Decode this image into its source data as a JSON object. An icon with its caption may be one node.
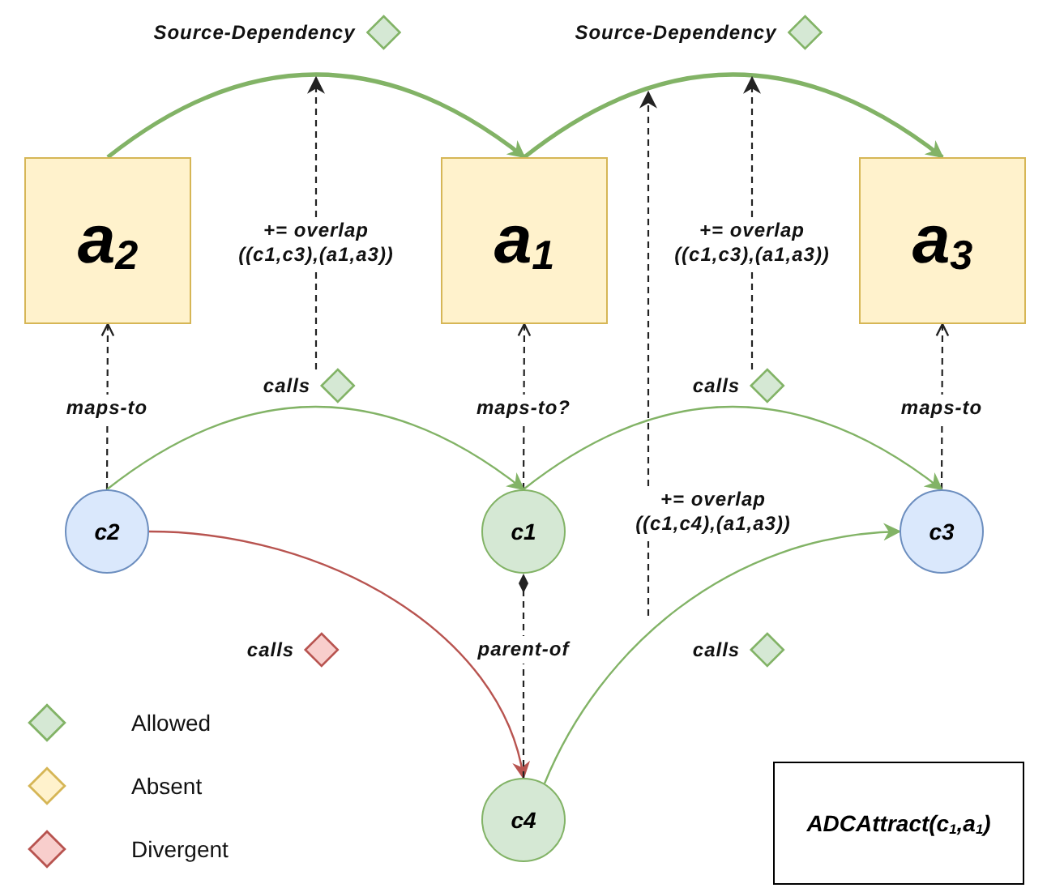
{
  "diagram": {
    "nodes": [
      {
        "text": [
          "a$_{2}$"
        ]
      },
      {
        "text": [
          "a$_{1}$"
        ]
      },
      {
        "text": [
          "a$_{3}$"
        ]
      },
      {
        "text": [
          "c2"
        ]
      },
      {
        "text": [
          "c1"
        ]
      },
      {
        "text": [
          "c3"
        ]
      },
      {
        "text": [
          "c4"
        ]
      },
      {
        "text": [
          "ADCAttract(c$_{1}$,a$_{1}$)"
        ]
      },
      {
        "text": [
          "+= overlap ((c1,c3),(a1,a3))"
        ]
      },
      {
        "text": [
          "+= overlap ((c1,c3),(a1,a3))"
        ]
      },
      {
        "text": [
          "+= overlap ((c1,c4),(a1,a3))"
        ]
      }
    ],
    "edges": [
      {
        "from": 0,
        "to": 1,
        "arrow": "to",
        "label": "Source-Dependency",
        "style": "thick",
        "color": "#82b366"
      },
      {
        "from": 1,
        "to": 2,
        "arrow": "to",
        "label": "Source-Dependency",
        "style": "thick",
        "color": "#82b366"
      },
      {
        "from": 3,
        "to": 0,
        "arrow": "to",
        "label": "maps-to",
        "style": "dashed"
      },
      {
        "from": 4,
        "to": 1,
        "arrow": "to",
        "label": "maps-to?",
        "style": "dashed"
      },
      {
        "from": 5,
        "to": 2,
        "arrow": "to",
        "label": "maps-to",
        "style": "dashed"
      },
      {
        "from": 3,
        "to": 4,
        "arrow": "to",
        "label": "calls",
        "color": "#82b366"
      },
      {
        "from": 4,
        "to": 5,
        "arrow": "to",
        "label": "calls",
        "color": "#82b366"
      },
      {
        "from": 3,
        "to": 6,
        "arrow": "to",
        "label": "calls",
        "color": "#b85450"
      },
      {
        "from": 6,
        "to": 5,
        "arrow": "to",
        "label": "calls",
        "color": "#82b366"
      },
      {
        "from": 6,
        "to": 4,
        "arrow": "other",
        "label": "parent-of",
        "style": "dashed"
      },
      {
        "from": null,
        "to": 8,
        "arrow": "none",
        "style": "dashed"
      },
      {
        "from": 8,
        "to": null,
        "arrow": "to",
        "style": "dashed"
      },
      {
        "from": null,
        "to": 9,
        "arrow": "none",
        "style": "dashed"
      },
      {
        "from": 9,
        "to": null,
        "arrow": "to",
        "style": "dashed"
      },
      {
        "from": null,
        "to": 10,
        "arrow": "none",
        "style": "dashed"
      },
      {
        "from": 10,
        "to": null,
        "arrow": "to",
        "style": "dashed"
      }
    ],
    "legend": [
      {
        "text": "Allowed",
        "color": "#d5e8d4"
      },
      {
        "text": "Absent",
        "color": "#fff2cc"
      },
      {
        "text": "Divergent",
        "color": "#f8cecc"
      }
    ]
  }
}
